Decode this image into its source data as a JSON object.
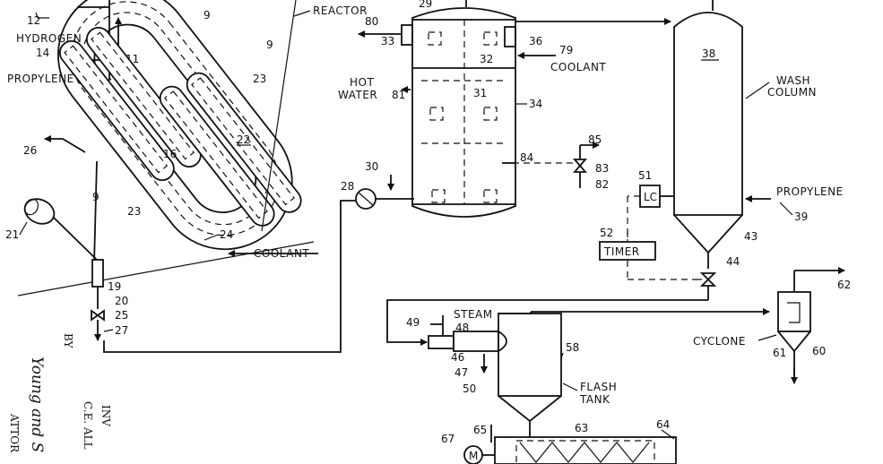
{
  "labels": {
    "hydrogen": "HYDROGEN",
    "propylene_in": "PROPYLENE",
    "reactor": "REACTOR",
    "coolant_reactor": "COOLANT",
    "coolant_cond": "COOLANT",
    "hot_water_1": "HOT",
    "hot_water_2": "WATER",
    "wash_column_1": "WASH",
    "wash_column_2": "COLUMN",
    "propylene_wash": "PROPYLENE",
    "lc": "LC",
    "timer": "TIMER",
    "steam": "STEAM",
    "cyclone": "CYCLONE",
    "flash_tank_1": "FLASH",
    "flash_tank_2": "TANK",
    "motor_m": "M"
  },
  "refs": {
    "r12": "12",
    "r14": "14",
    "r11": "11",
    "r9a": "9",
    "r9b": "9",
    "r9c": "9",
    "r26": "26",
    "r16": "16",
    "r22": "22",
    "r23a": "23",
    "r23b": "23",
    "r24": "24",
    "r21": "21",
    "r19": "19",
    "r20": "20",
    "r25": "25",
    "r27": "27",
    "r29": "29",
    "r80": "80",
    "r33": "33",
    "r32": "32",
    "r36": "36",
    "r79": "79",
    "r81": "81",
    "r31": "31",
    "r34": "34",
    "r85": "85",
    "r84": "84",
    "r83": "83",
    "r82": "82",
    "r30": "30",
    "r28": "28",
    "r38": "38",
    "r51": "51",
    "r52": "52",
    "r39": "39",
    "r43": "43",
    "r44": "44",
    "r62": "62",
    "r61": "61",
    "r60": "60",
    "r49": "49",
    "r48": "48",
    "r46": "46",
    "r47": "47",
    "r50": "50",
    "r58": "58",
    "r63": "63",
    "r64": "64",
    "r65": "65",
    "r67": "67"
  },
  "margin_text": {
    "by": "BY",
    "signature": "Young and S",
    "inventor": "INV",
    "inventor_name": "C.E. ALL",
    "attorney": "ATTOR"
  },
  "colors": {
    "ink": "#111111",
    "paper": "#ffffff"
  }
}
